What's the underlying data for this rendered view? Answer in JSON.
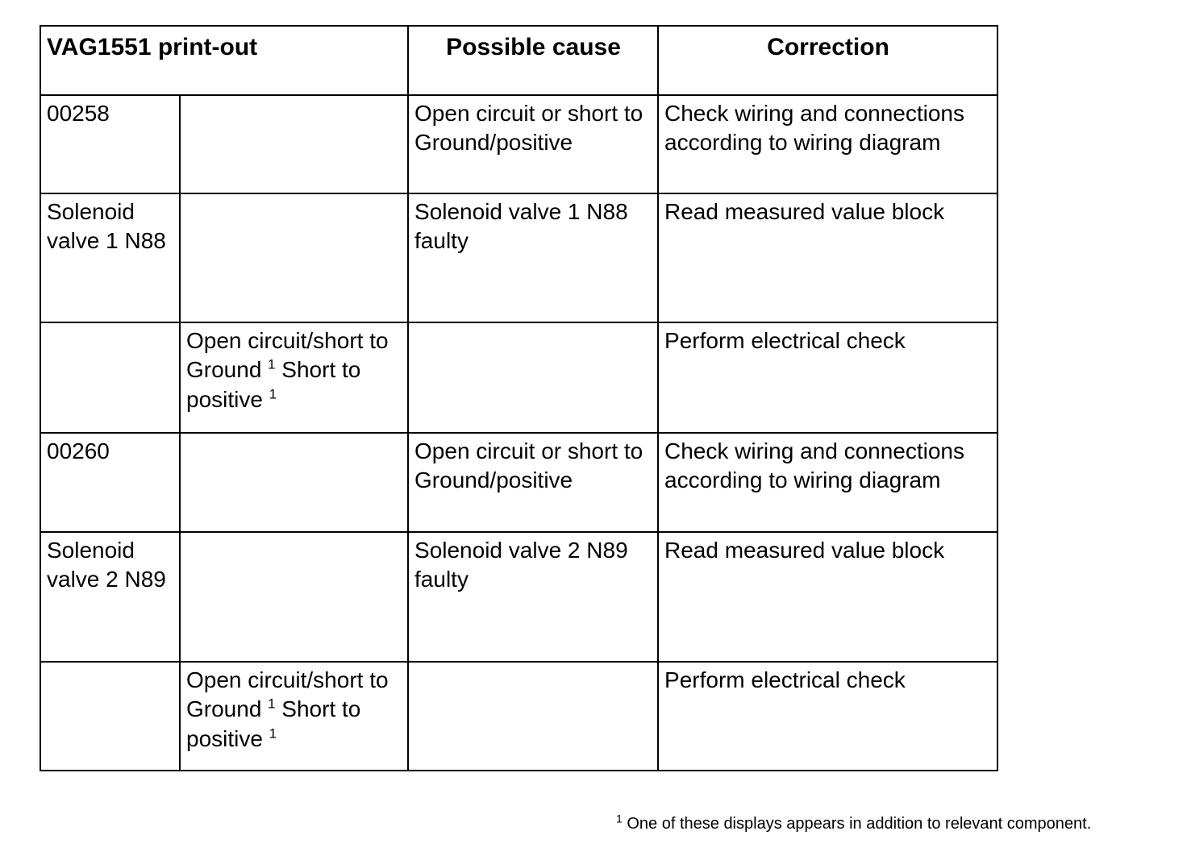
{
  "document": {
    "type": "fault-code-table",
    "background_color": "#ffffff",
    "text_color": "#000000",
    "border_color": "#000000"
  },
  "table": {
    "headers": {
      "printout": "VAG1551 print-out",
      "possible_cause": "Possible cause",
      "correction": "Correction"
    },
    "rows": [
      {
        "id": "row-00258",
        "printout": "00258",
        "detail": "",
        "possible_cause": "Open circuit or short to Ground/positive",
        "correction": "Check wiring and connections according to wiring diagram"
      },
      {
        "id": "row-solenoid-valve-1-n88",
        "printout": "Solenoid valve 1 N88",
        "detail": "",
        "possible_cause": "Solenoid valve 1 N88 faulty",
        "correction": "Read measured value block"
      },
      {
        "id": "row-electrical-check-1",
        "printout": "",
        "detail_part1": "Open circuit/short to Ground ",
        "detail_sup1": "1",
        "detail_part2": " Short to positive ",
        "detail_sup2": "1",
        "possible_cause": "",
        "correction": "Perform electrical check"
      },
      {
        "id": "row-00260",
        "printout": "00260",
        "detail": "",
        "possible_cause": "Open circuit or short to Ground/positive",
        "correction": "Check wiring and connections according to wiring diagram"
      },
      {
        "id": "row-solenoid-valve-2-n89",
        "printout": "Solenoid valve 2 N89",
        "detail": "",
        "possible_cause": "Solenoid valve 2 N89 faulty",
        "correction": "Read measured value block"
      },
      {
        "id": "row-electrical-check-2",
        "printout": "",
        "detail_part1": "Open circuit/short to Ground ",
        "detail_sup1": "1",
        "detail_part2": " Short to positive ",
        "detail_sup2": "1",
        "possible_cause": "",
        "correction": "Perform electrical check"
      }
    ]
  },
  "footnote": {
    "marker": "1",
    "text": "One of these displays appears in addition to relevant component."
  }
}
